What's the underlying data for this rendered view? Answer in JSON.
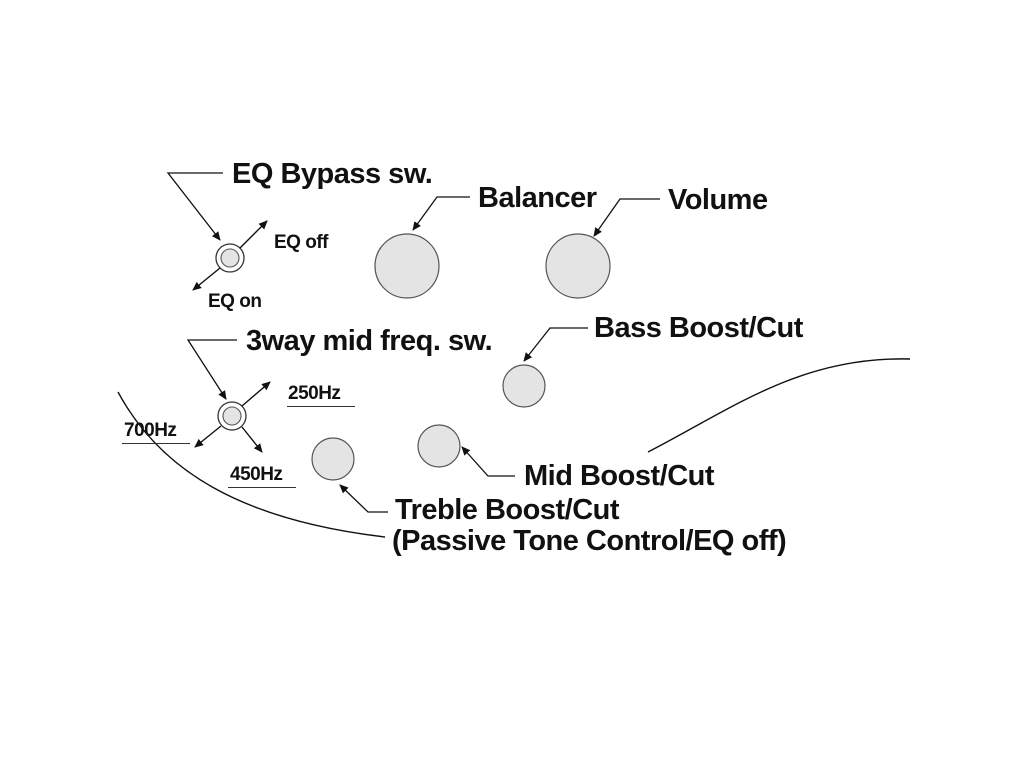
{
  "labels": {
    "eq_bypass_sw": "EQ Bypass sw.",
    "eq_off": "EQ off",
    "eq_on": "EQ on",
    "balancer": "Balancer",
    "volume": "Volume",
    "three_way_mid_freq_sw": "3way mid freq. sw.",
    "bass_boost_cut": "Bass Boost/Cut",
    "hz_250": "250Hz",
    "hz_700": "700Hz",
    "hz_450": "450Hz",
    "mid_boost_cut": "Mid Boost/Cut",
    "treble_boost_cut": "Treble Boost/Cut",
    "passive_tone_control": "(Passive Tone Control/EQ off)"
  },
  "colors": {
    "line": "#111111",
    "knob_fill": "#e4e4e4",
    "knob_stroke": "#555555",
    "text": "#111111"
  }
}
